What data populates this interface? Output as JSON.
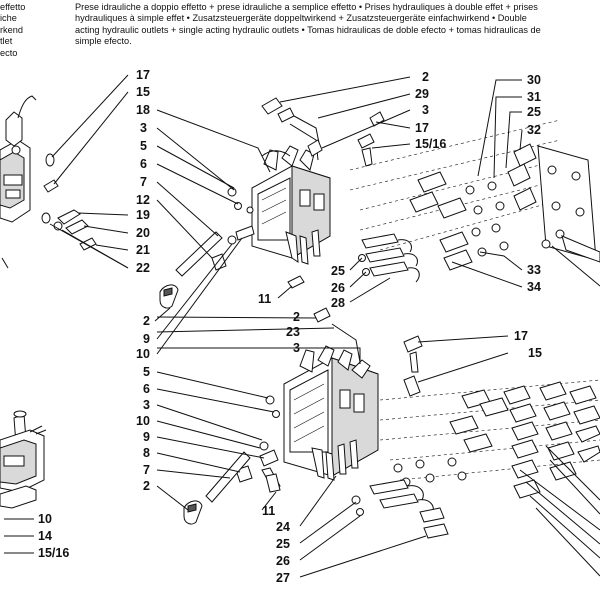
{
  "header": {
    "lines": [
      "Prese idrauliche a doppio effetto + prese idrauliche a semplice effetto • Prises hydrauliques à double effet + prises",
      "hydrauliques à simple effet • Zusatzsteuergeräte doppeltwirkend + Zusatzsteuergeräte einfachwirkend • Double",
      "acting hydraulic outlets + single acting hydraulic outlets • Tomas hidraulicas de doble  efecto + tomas hidraulicas de",
      "simple efecto."
    ],
    "left_fragments": [
      "effetto",
      "iche",
      "rkend",
      "tlet",
      "ecto"
    ]
  },
  "callouts": {
    "left_column": [
      "17",
      "15",
      "19",
      "20",
      "21",
      "22"
    ],
    "upper_valve_left": [
      "18",
      "3",
      "5",
      "6",
      "7",
      "12",
      "2",
      "9",
      "10"
    ],
    "upper_valve_top": [
      "2",
      "29",
      "3",
      "17",
      "15/16"
    ],
    "upper_valve_bottom": [
      "25",
      "26",
      "28",
      "11"
    ],
    "right_group": [
      "30",
      "31",
      "25",
      "32",
      "33",
      "34"
    ],
    "lower_valve_left": [
      "2",
      "23",
      "3",
      "5",
      "6",
      "3",
      "10",
      "9",
      "8",
      "7",
      "2"
    ],
    "lower_valve_right": [
      "17",
      "15"
    ],
    "lower_valve_bottom": [
      "11",
      "24",
      "25",
      "26",
      "27"
    ],
    "lower_left_unit": [
      "10",
      "14",
      "15/16"
    ]
  },
  "colors": {
    "ink": "#111111",
    "paper": "#ffffff",
    "shade": "#d9d9d9"
  }
}
